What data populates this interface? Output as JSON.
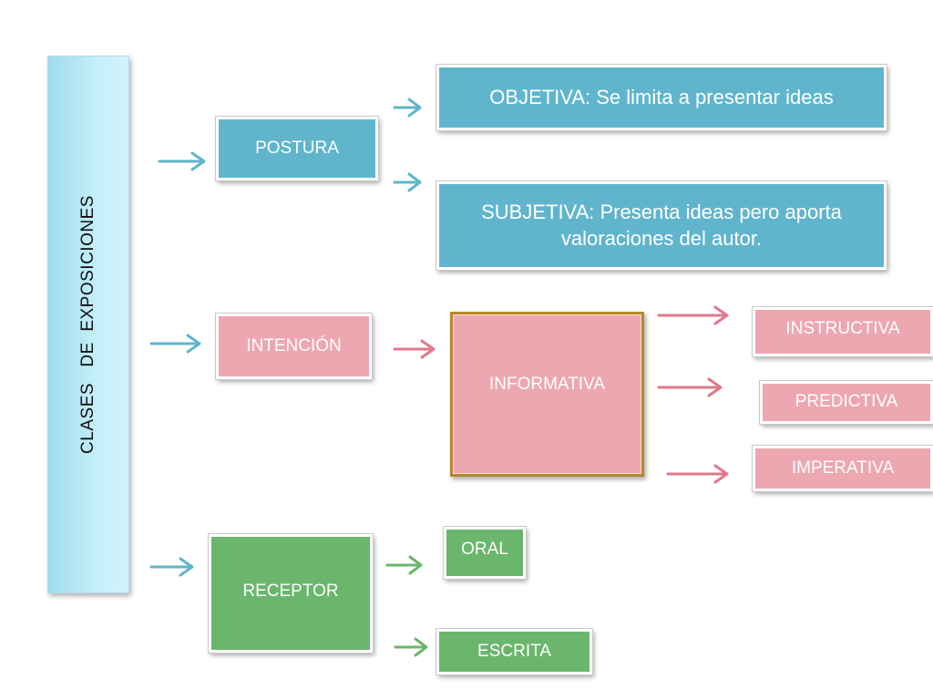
{
  "side_label": "CLASES   DE  EXPOSICIONES",
  "postura": {
    "label": "POSTURA",
    "objetiva": "OBJETIVA: Se limita  a  presentar ideas",
    "subjetiva_line1": "SUBJETIVA: Presenta ideas pero aporta",
    "subjetiva_line2": "valoraciones del autor."
  },
  "intencion": {
    "label": "INTENCIÓN",
    "informativa": "INFORMATIVA",
    "instructiva": "INSTRUCTIVA",
    "predictiva": "PREDICTIVA",
    "imperativa": "IMPERATIVA"
  },
  "receptor": {
    "label": "RECEPTOR",
    "oral": "ORAL",
    "escrita": "ESCRITA"
  },
  "colors": {
    "blue": "#60b5cd",
    "pink": "#eda7b1",
    "green": "#6ab66d",
    "side": "#c6eefa",
    "informativa_border": "#b8862a",
    "arrow_blue": "#60b5cd",
    "arrow_pink": "#e0788a",
    "arrow_green": "#6ab66d"
  }
}
